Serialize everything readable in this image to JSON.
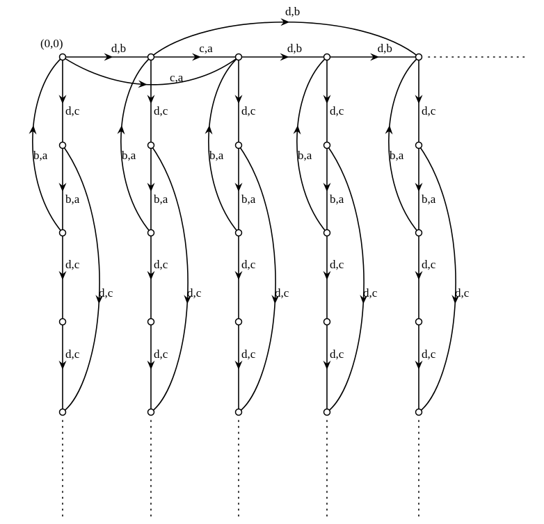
{
  "diagram": {
    "origin_label": "(0,0)",
    "label_db": "d,b",
    "label_ca": "c,a",
    "label_dc": "d,c",
    "label_ba": "b,a"
  },
  "columns": [
    {
      "id": "col-1",
      "labels": {
        "v1": "d,c",
        "back1": "b,a",
        "v2": "b,a",
        "v3": "d,c",
        "skip": "d,c",
        "v4": "d,c"
      }
    },
    {
      "id": "col-2",
      "labels": {
        "v1": "d,c",
        "back1": "b,a",
        "v2": "b,a",
        "v3": "d,c",
        "skip": "d,c",
        "v4": "d,c"
      }
    },
    {
      "id": "col-3",
      "labels": {
        "v1": "d,c",
        "back1": "b,a",
        "v2": "b,a",
        "v3": "d,c",
        "skip": "d,c",
        "v4": "d,c"
      }
    },
    {
      "id": "col-4",
      "labels": {
        "v1": "d,c",
        "back1": "b,a",
        "v2": "b,a",
        "v3": "d,c",
        "skip": "d,c",
        "v4": "d,c"
      }
    },
    {
      "id": "col-5",
      "labels": {
        "v1": "d,c",
        "back1": "b,a",
        "v2": "b,a",
        "v3": "d,c",
        "skip": "d,c",
        "v4": "d,c"
      }
    }
  ],
  "top_edges": [
    {
      "id": "h1",
      "label": "d,b"
    },
    {
      "id": "h2",
      "label": "c,a"
    },
    {
      "id": "h3",
      "label": "d,b"
    },
    {
      "id": "h4",
      "label": "d,b"
    },
    {
      "id": "arc-top",
      "label": "d,b"
    },
    {
      "id": "arc-lower",
      "label": "c,a"
    }
  ]
}
